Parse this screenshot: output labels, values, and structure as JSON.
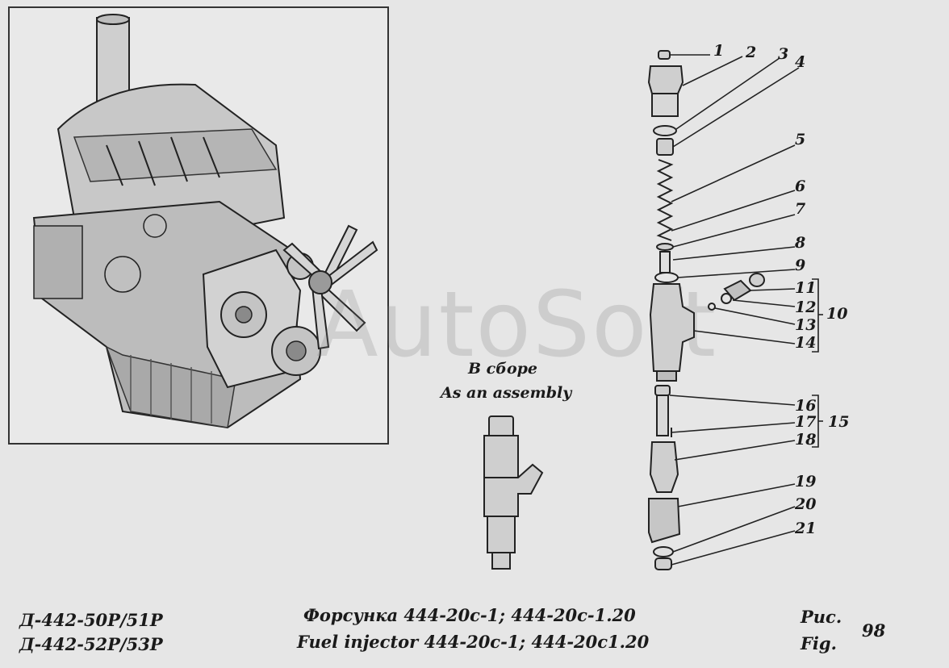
{
  "assembly_caption": {
    "ru": "В сборе",
    "en": "As an assembly"
  },
  "watermark": "AutoSoft",
  "footer": {
    "models": [
      "Д-442-50Р/51Р",
      "Д-442-52Р/53Р"
    ],
    "title_ru": "Форсунка 444-20с-1; 444-20с-1.20",
    "title_en": "Fuel injector 444-20с-1; 444-20с1.20",
    "fig_ru": "Рис.",
    "fig_en": "Fig.",
    "fig_number": "98"
  },
  "callouts": [
    "1",
    "2",
    "3",
    "4",
    "5",
    "6",
    "7",
    "8",
    "9",
    "10",
    "11",
    "12",
    "13",
    "14",
    "15",
    "16",
    "17",
    "18",
    "19",
    "20",
    "21"
  ]
}
